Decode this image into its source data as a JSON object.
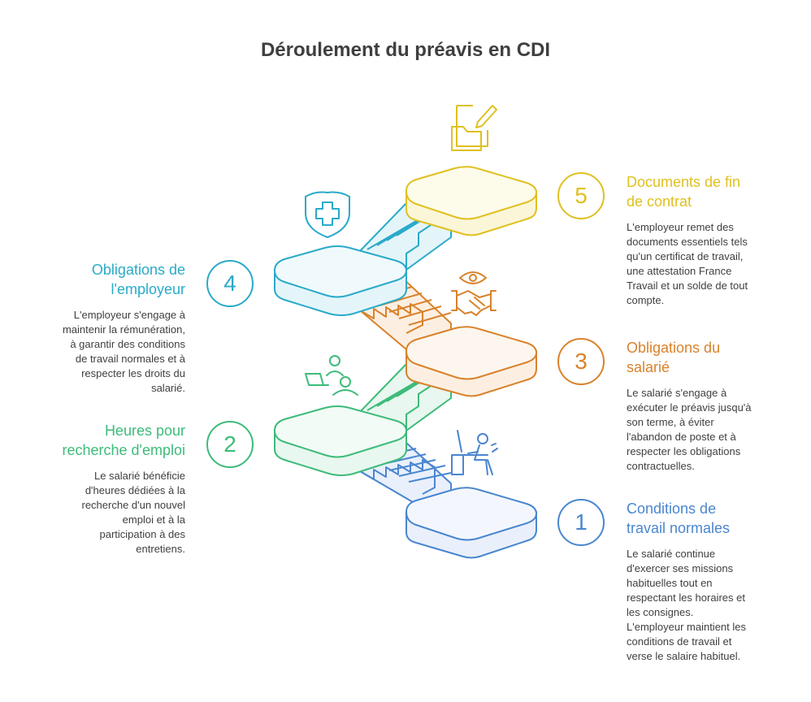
{
  "title": "Déroulement du préavis en CDI",
  "steps": [
    {
      "number": "1",
      "title_line1": "Conditions de",
      "title_line2": "travail normales",
      "desc": [
        "Le salarié continue",
        "d'exercer ses missions",
        "habituelles tout en",
        "respectant les horaires et",
        "les consignes.",
        "L'employeur maintient les",
        "conditions de travail et",
        "verse le salaire habituel."
      ],
      "color": "#4a86d0",
      "icon": "office-worker-desk-icon"
    },
    {
      "number": "2",
      "title_line1": "Heures pour",
      "title_line2": "recherche d'emploi",
      "desc": [
        "Le salarié bénéficie",
        "d'heures dédiées à la",
        "recherche d'un nouvel",
        "emploi et à la",
        "participation à des",
        "entretiens."
      ],
      "color": "#3dbb7a",
      "icon": "job-search-laptop-icon"
    },
    {
      "number": "3",
      "title_line1": "Obligations du",
      "title_line2": "salarié",
      "desc": [
        "Le salarié s'engage à",
        "exécuter le préavis jusqu'à",
        "son terme, à éviter",
        "l'abandon de poste et à",
        "respecter les obligations",
        "contractuelles."
      ],
      "color": "#d9822b",
      "icon": "handshake-eye-icon"
    },
    {
      "number": "4",
      "title_line1": "Obligations de",
      "title_line2": "l'employeur",
      "desc": [
        "L'employeur s'engage à",
        "maintenir la rémunération,",
        "à garantir des conditions",
        "de travail normales et à",
        "respecter les droits du",
        "salarié."
      ],
      "color": "#2aaac9",
      "icon": "medical-shield-icon"
    },
    {
      "number": "5",
      "title_line1": "Documents de fin",
      "title_line2": "de contrat",
      "desc": [
        "L'employeur remet des",
        "documents essentiels tels",
        "qu'un certificat de travail,",
        "une attestation France",
        "Travail et un solde de tout",
        "compte."
      ],
      "color": "#e0c020",
      "icon": "folder-document-pen-icon"
    }
  ]
}
